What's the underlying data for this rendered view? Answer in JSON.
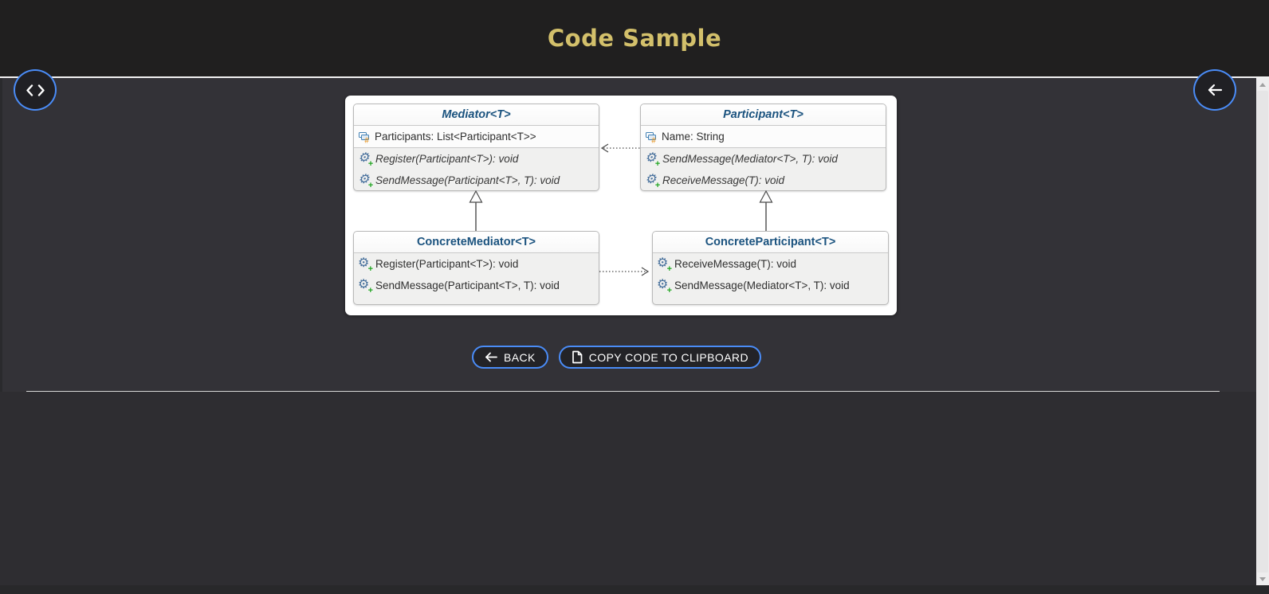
{
  "header": {
    "title": "Code Sample"
  },
  "toolbar": {
    "back_label": "BACK",
    "copy_label": "COPY CODE TO CLIPBOARD"
  },
  "fab": {
    "left_icon": "code-icon",
    "right_icon": "back-arrow-icon"
  },
  "diagram": {
    "pattern": "Mediator",
    "classes": [
      {
        "name": "Mediator<T>",
        "stereotype": "abstract",
        "fields": [
          "Participants: List<Participant<T>>"
        ],
        "methods": [
          "Register(Participant<T>): void",
          "SendMessage(Participant<T>, T): void"
        ]
      },
      {
        "name": "Participant<T>",
        "stereotype": "abstract",
        "fields": [
          "Name: String"
        ],
        "methods": [
          "SendMessage(Mediator<T>, T): void",
          "ReceiveMessage(T): void"
        ]
      },
      {
        "name": "ConcreteMediator<T>",
        "stereotype": "concrete",
        "fields": [],
        "methods": [
          "Register(Participant<T>): void",
          "SendMessage(Participant<T>, T): void"
        ]
      },
      {
        "name": "ConcreteParticipant<T>",
        "stereotype": "concrete",
        "fields": [],
        "methods": [
          "ReceiveMessage(T): void",
          "SendMessage(Mediator<T>, T): void"
        ]
      }
    ],
    "relations": [
      {
        "type": "inheritance",
        "from": "ConcreteMediator<T>",
        "to": "Mediator<T>"
      },
      {
        "type": "inheritance",
        "from": "ConcreteParticipant<T>",
        "to": "Participant<T>"
      },
      {
        "type": "dashed-dependency",
        "from": "Participant<T>",
        "to": "Mediator<T>"
      },
      {
        "type": "dashed-dependency",
        "from": "ConcreteMediator<T>",
        "to": "ConcreteParticipant<T>"
      }
    ],
    "icon_legend": {
      "field_icon": "blue window rectangle with orange #",
      "method_icon": "blue gear with green plus"
    }
  },
  "colors": {
    "header_bg": "#201f1f",
    "title_gold": "#d3c06b",
    "body_bg": "#333237",
    "accent_blue": "#4a8cf7",
    "uml_title_blue": "#1b537f"
  }
}
